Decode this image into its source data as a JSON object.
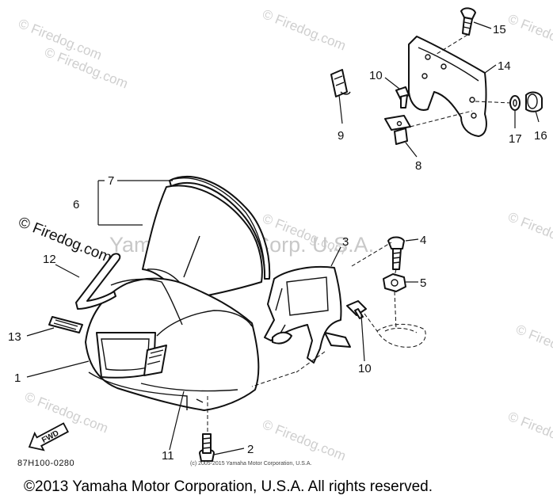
{
  "watermark": {
    "site": "© Firedog.com",
    "center": "Yamaha Motor Corp. U.S.A."
  },
  "callouts": {
    "c1": "1",
    "c2": "2",
    "c3": "3",
    "c4": "4",
    "c5": "5",
    "c6": "6",
    "c7": "7",
    "c8": "8",
    "c9": "9",
    "c10a": "10",
    "c10b": "10",
    "c11": "11",
    "c12": "12",
    "c13": "13",
    "c14": "14",
    "c15": "15",
    "c16": "16",
    "c17": "17"
  },
  "arrow_label": "FWD",
  "diagram_code": "87H100-0280",
  "small_copyright": "(c) 2005-2015 Yamaha Motor Corporation, U.S.A.",
  "footer": "©2013 Yamaha Motor Corporation, U.S.A. All rights reserved."
}
